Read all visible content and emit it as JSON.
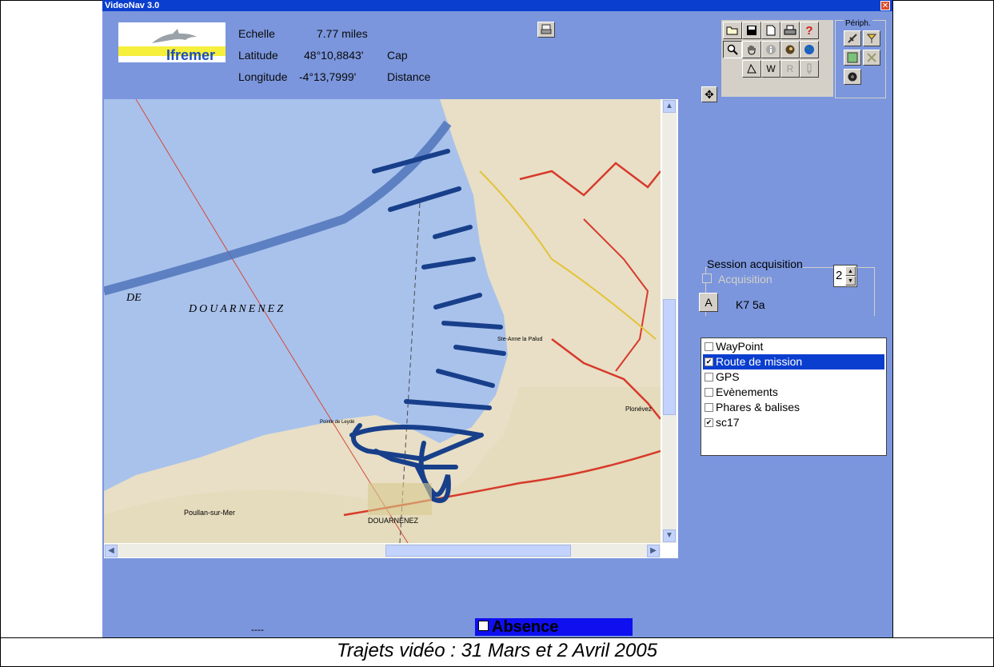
{
  "window": {
    "title": "VideoNav 3.0",
    "close_glyph": "✕"
  },
  "logo": {
    "brand": "Ifremer"
  },
  "info": {
    "echelle_label": "Echelle",
    "echelle_value": "7.77 miles",
    "latitude_label": "Latitude",
    "latitude_value": "48°10,8843'",
    "cap_label": "Cap",
    "longitude_label": "Longitude",
    "longitude_value": "-4°13,7999'",
    "distance_label": "Distance"
  },
  "toolbar": {
    "row1": [
      "open-folder-icon",
      "save-icon",
      "new-document-icon",
      "print-icon",
      "help-icon"
    ],
    "row2": [
      "zoom-icon",
      "pan-hand-icon",
      "info-icon",
      "head-icon",
      "globe-icon"
    ],
    "row3": [
      "blank",
      "draw-icon",
      "w-icon",
      "r-icon",
      "pen-icon"
    ],
    "row3_labels": {
      "w": "W",
      "r": "R"
    },
    "help_glyph": "?",
    "zoom_in_glyph": "✥"
  },
  "peripherals": {
    "label": "Périph."
  },
  "map": {
    "labels": {
      "de": "DE",
      "douarnenez": "DOUARNENEZ",
      "city": "DOUARNENEZ",
      "poullan": "Poullan-sur-Mer",
      "ste_anne": "Ste-Anne la Palud",
      "plonevez": "Plonévez",
      "pointe": "Pointe de Leydé"
    },
    "scroll": {
      "up": "▲",
      "down": "▼",
      "left": "◀",
      "right": "▶"
    }
  },
  "session": {
    "title": "Session acquisition",
    "acquisition_label": "Acquisition",
    "spinner_value": "2",
    "a_button": "A",
    "code": "K7  5a"
  },
  "layers": [
    {
      "label": "WayPoint",
      "checked": false
    },
    {
      "label": "Route de mission",
      "checked": true
    },
    {
      "label": "GPS",
      "checked": false
    },
    {
      "label": "Evènements",
      "checked": false
    },
    {
      "label": "Phares & balises",
      "checked": false
    },
    {
      "label": "sc17",
      "checked": true
    }
  ],
  "status": {
    "left_text": "----",
    "absence_label": "Absence"
  },
  "caption": "Trajets vidéo : 31 Mars et 2 Avril 2005"
}
